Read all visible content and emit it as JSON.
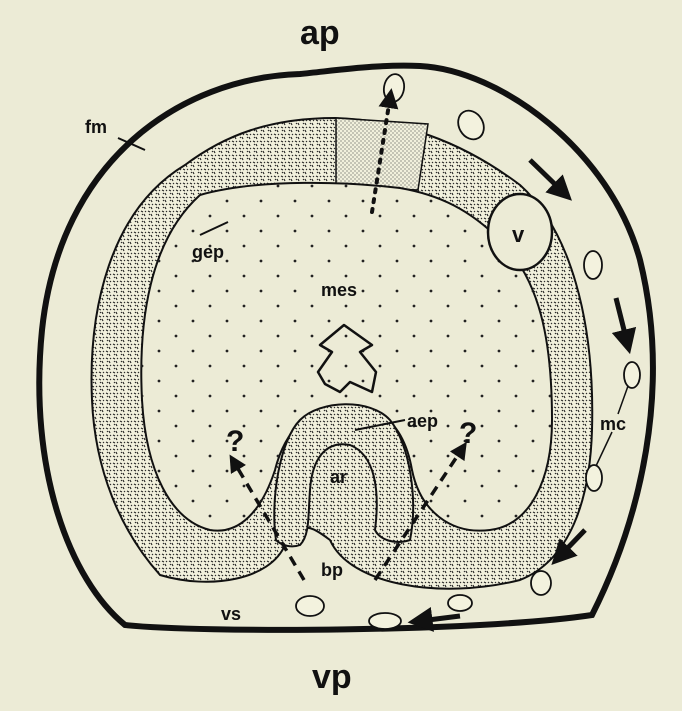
{
  "labels": {
    "ap": "ap",
    "vp": "vp",
    "fm": "fm",
    "gep": "gep",
    "mes": "mes",
    "v": "v",
    "aep": "aep",
    "ar": "ar",
    "bp": "bp",
    "vs": "vs",
    "mc": "mc",
    "question_left": "?",
    "question_right": "?"
  },
  "colors": {
    "background": "#ecebd6",
    "ink": "#111111",
    "epithelium_fill": "#f1f0dc"
  }
}
